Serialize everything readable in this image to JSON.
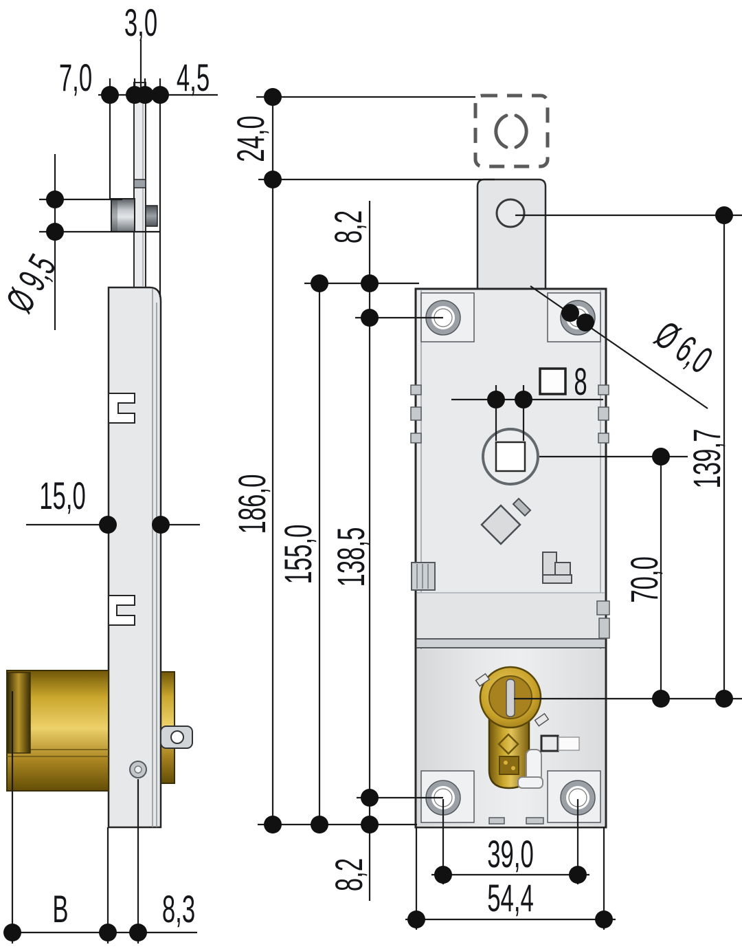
{
  "drawing": {
    "kind": "lock technical drawing, side view and front view",
    "labels": {
      "thickness_3": "3,0",
      "pin_offset_7": "7,0",
      "flange_4_5": "4,5",
      "throw_24": "24,0",
      "pin_dia": "Ø 9,5",
      "edge_hole_8_2_top": "8,2",
      "depth_15": "15,0",
      "total_186": "186,0",
      "plate_155": "155,0",
      "holes_138_5": "138,5",
      "screw_dia": "Ø 6,0",
      "square_8": "8",
      "tabhole_139_7": "139,7",
      "spindle_cyl_70": "70,0",
      "edge_hole_8_2_bottom": "8,2",
      "backset_B": "B",
      "screw_8_3": "8,3",
      "holes_39": "39,0",
      "width_54_4": "54,4"
    },
    "colors": {
      "line": "#1a1a1a",
      "dimension_dot": "#111111",
      "steel_light": "#e8eaec",
      "steel_mid": "#d6d8da",
      "brass": "#c9a22a",
      "brass_dark": "#6e560c",
      "phantom": "#5a5a5a"
    }
  }
}
